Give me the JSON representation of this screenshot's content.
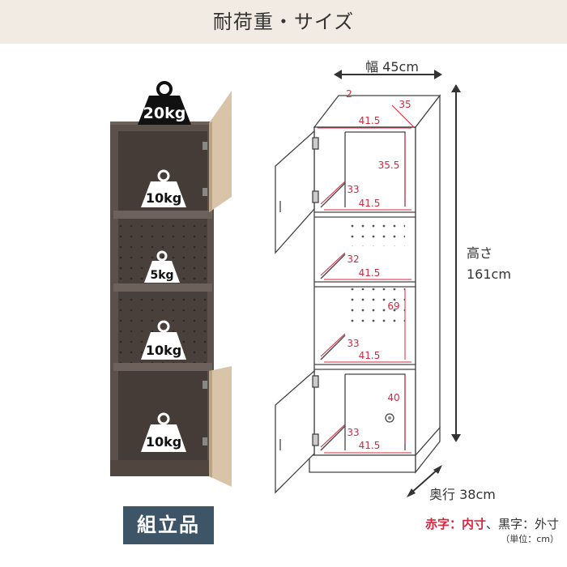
{
  "header": {
    "title": "耐荷重・サイズ"
  },
  "loads": {
    "top": "20kg",
    "shelf1": "10kg",
    "shelf2": "5kg",
    "shelf3": "10kg",
    "shelf4": "10kg"
  },
  "outer_dims": {
    "width": "幅 45cm",
    "height_label": "高さ",
    "height_value": "161cm",
    "depth": "奥行 38cm"
  },
  "inner_dims": {
    "panel_thickness": "2",
    "top_depth": "35",
    "top_width": "41.5",
    "c1_height": "35.5",
    "c1_depth": "33",
    "c1_width": "41.5",
    "c2_depth": "32",
    "c2_width": "41.5",
    "c3_height": "69",
    "c3_depth": "33",
    "c3_width": "41.5",
    "c4_height": "40",
    "c4_depth": "33",
    "c4_width": "41.5"
  },
  "badge": {
    "label": "組立品"
  },
  "legend": {
    "red_part": "赤字：内寸",
    "black_part": "、黒字：外寸",
    "unit": "（単位：cm）"
  },
  "colors": {
    "banner_bg": "#f1ebe3",
    "cabinet_body": "#5b504a",
    "cabinet_inner": "#453c37",
    "door_wood": "#d9c4a8",
    "inner_dim_red": "#d8273f",
    "badge_bg": "#3d5566"
  }
}
